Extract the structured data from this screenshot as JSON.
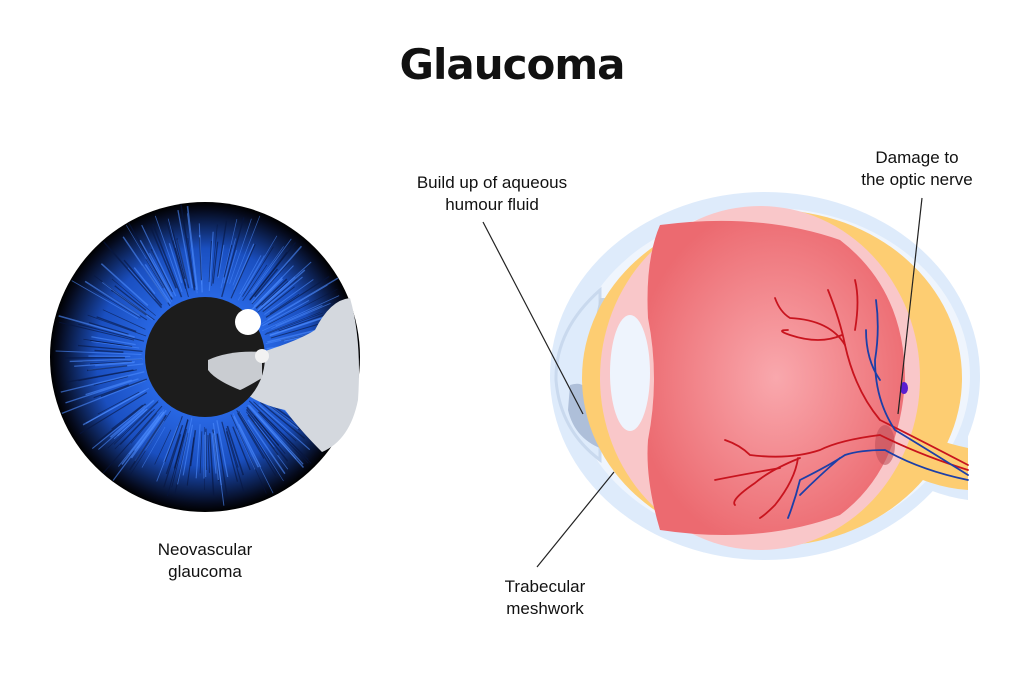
{
  "title": "Glaucoma",
  "labels": {
    "aqueous": [
      "Build up of aqueous",
      "humour fluid"
    ],
    "optic_nerve": [
      "Damage to",
      "the optic nerve"
    ],
    "trabecular": [
      "Trabecular",
      "meshwork"
    ],
    "neovascular": [
      "Neovascular",
      "glaucoma"
    ]
  },
  "colors": {
    "iris": "#1f5fd6",
    "pupil": "#1c1c1c",
    "vitreous": "#ee6f75",
    "choroid": "#fdcd72",
    "sclera": "#deebfb",
    "artery": "#c8141e",
    "vein": "#1c3fa8"
  }
}
